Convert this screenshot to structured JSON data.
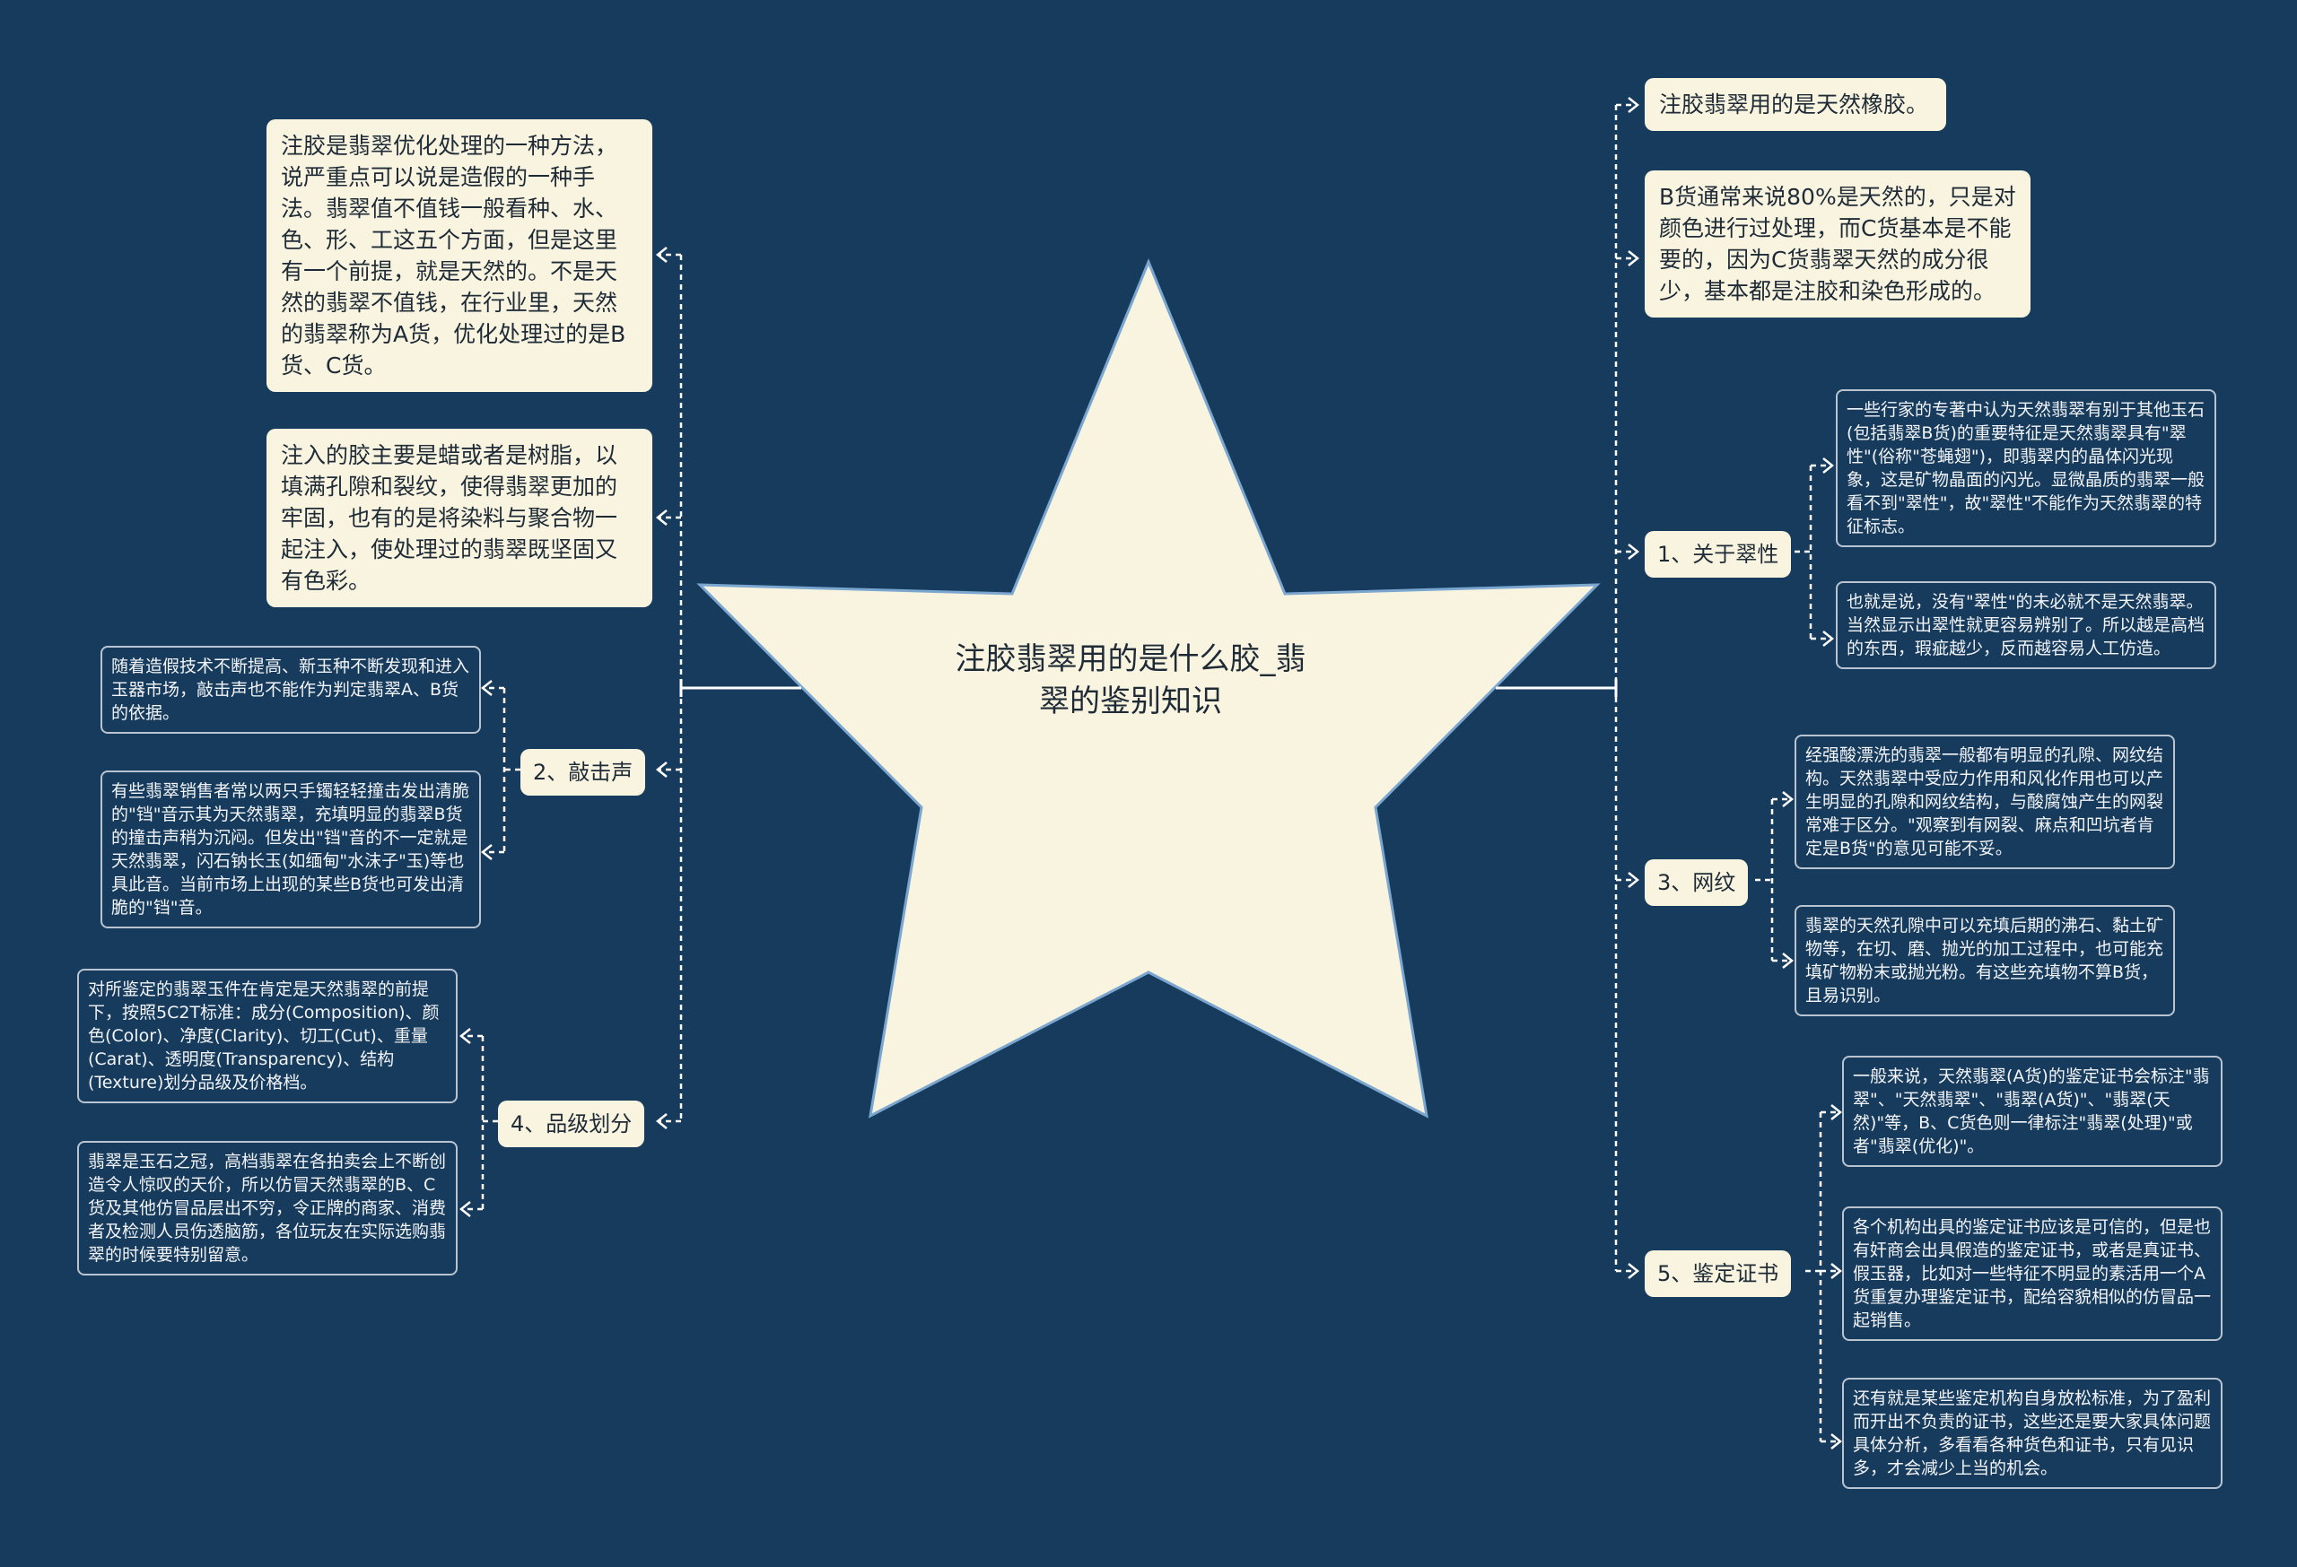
{
  "title": "注胶翡翠用的是什么胶_翡翠的鉴别知识",
  "left": {
    "big1": "注胶是翡翠优化处理的一种方法，说严重点可以说是造假的一种手法。翡翠值不值钱一般看种、水、色、形、工这五个方面，但是这里有一个前提，就是天然的。不是天然的翡翠不值钱，在行业里，天然的翡翠称为A货，优化处理过的是B货、C货。",
    "big2": "注入的胶主要是蜡或者是树脂，以填满孔隙和裂纹，使得翡翠更加的牢固，也有的是将染料与聚合物一起注入，使处理过的翡翠既坚固又有色彩。",
    "b2": {
      "label": "2、敲击声",
      "notes": [
        "随着造假技术不断提高、新玉种不断发现和进入玉器市场，敲击声也不能作为判定翡翠A、B货的依据。",
        "有些翡翠销售者常以两只手镯轻轻撞击发出清脆的\"铛\"音示其为天然翡翠，充填明显的翡翠B货的撞击声稍为沉闷。但发出\"铛\"音的不一定就是天然翡翠，闪石钠长玉(如缅甸\"水沫子\"玉)等也具此音。当前市场上出现的某些B货也可发出清脆的\"铛\"音。"
      ]
    },
    "b4": {
      "label": "4、品级划分",
      "notes": [
        "对所鉴定的翡翠玉件在肯定是天然翡翠的前提下，按照5C2T标准：成分(Composition)、颜色(Color)、净度(Clarity)、切工(Cut)、重量(Carat)、透明度(Transparency)、结构(Texture)划分品级及价格档。",
        "翡翠是玉石之冠，高档翡翠在各拍卖会上不断创造令人惊叹的天价，所以仿冒天然翡翠的B、C货及其他仿冒品层出不穷，令正牌的商家、消费者及检测人员伤透脑筋，各位玩友在实际选购翡翠的时候要特别留意。"
      ]
    }
  },
  "right": {
    "big1": "注胶翡翠用的是天然橡胶。",
    "big2": "B货通常来说80%是天然的，只是对颜色进行过处理，而C货基本是不能要的，因为C货翡翠天然的成分很少，基本都是注胶和染色形成的。",
    "b1": {
      "label": "1、关于翠性",
      "notes": [
        "一些行家的专著中认为天然翡翠有别于其他玉石(包括翡翠B货)的重要特征是天然翡翠具有\"翠性\"(俗称\"苍蝇翅\")，即翡翠内的晶体闪光现象，这是矿物晶面的闪光。显微晶质的翡翠一般看不到\"翠性\"，故\"翠性\"不能作为天然翡翠的特征标志。",
        "也就是说，没有\"翠性\"的未必就不是天然翡翠。当然显示出翠性就更容易辨别了。所以越是高档的东西，瑕疵越少，反而越容易人工仿造。"
      ]
    },
    "b3": {
      "label": "3、网纹",
      "notes": [
        "经强酸漂洗的翡翠一般都有明显的孔隙、网纹结构。天然翡翠中受应力作用和风化作用也可以产生明显的孔隙和网纹结构，与酸腐蚀产生的网裂常难于区分。\"观察到有网裂、麻点和凹坑者肯定是B货\"的意见可能不妥。",
        "翡翠的天然孔隙中可以充填后期的沸石、黏土矿物等，在切、磨、抛光的加工过程中，也可能充填矿物粉末或抛光粉。有这些充填物不算B货，且易识别。"
      ]
    },
    "b5": {
      "label": "5、鉴定证书",
      "notes": [
        "一般来说，天然翡翠(A货)的鉴定证书会标注\"翡翠\"、\"天然翡翠\"、\"翡翠(A货)\"、\"翡翠(天然)\"等，B、C货色则一律标注\"翡翠(处理)\"或者\"翡翠(优化)\"。",
        "各个机构出具的鉴定证书应该是可信的，但是也有奸商会出具假造的鉴定证书，或者是真证书、假玉器，比如对一些特征不明显的素活用一个A货重复办理鉴定证书，配给容貌相似的仿冒品一起销售。",
        "还有就是某些鉴定机构自身放松标准，为了盈利而开出不负责的证书，这些还是要大家具体问题具体分析，多看看各种货色和证书，只有见识多，才会减少上当的机会。"
      ]
    }
  },
  "colors": {
    "background": "#173b5d",
    "card": "#f9f4e0",
    "line": "#ffffff"
  }
}
